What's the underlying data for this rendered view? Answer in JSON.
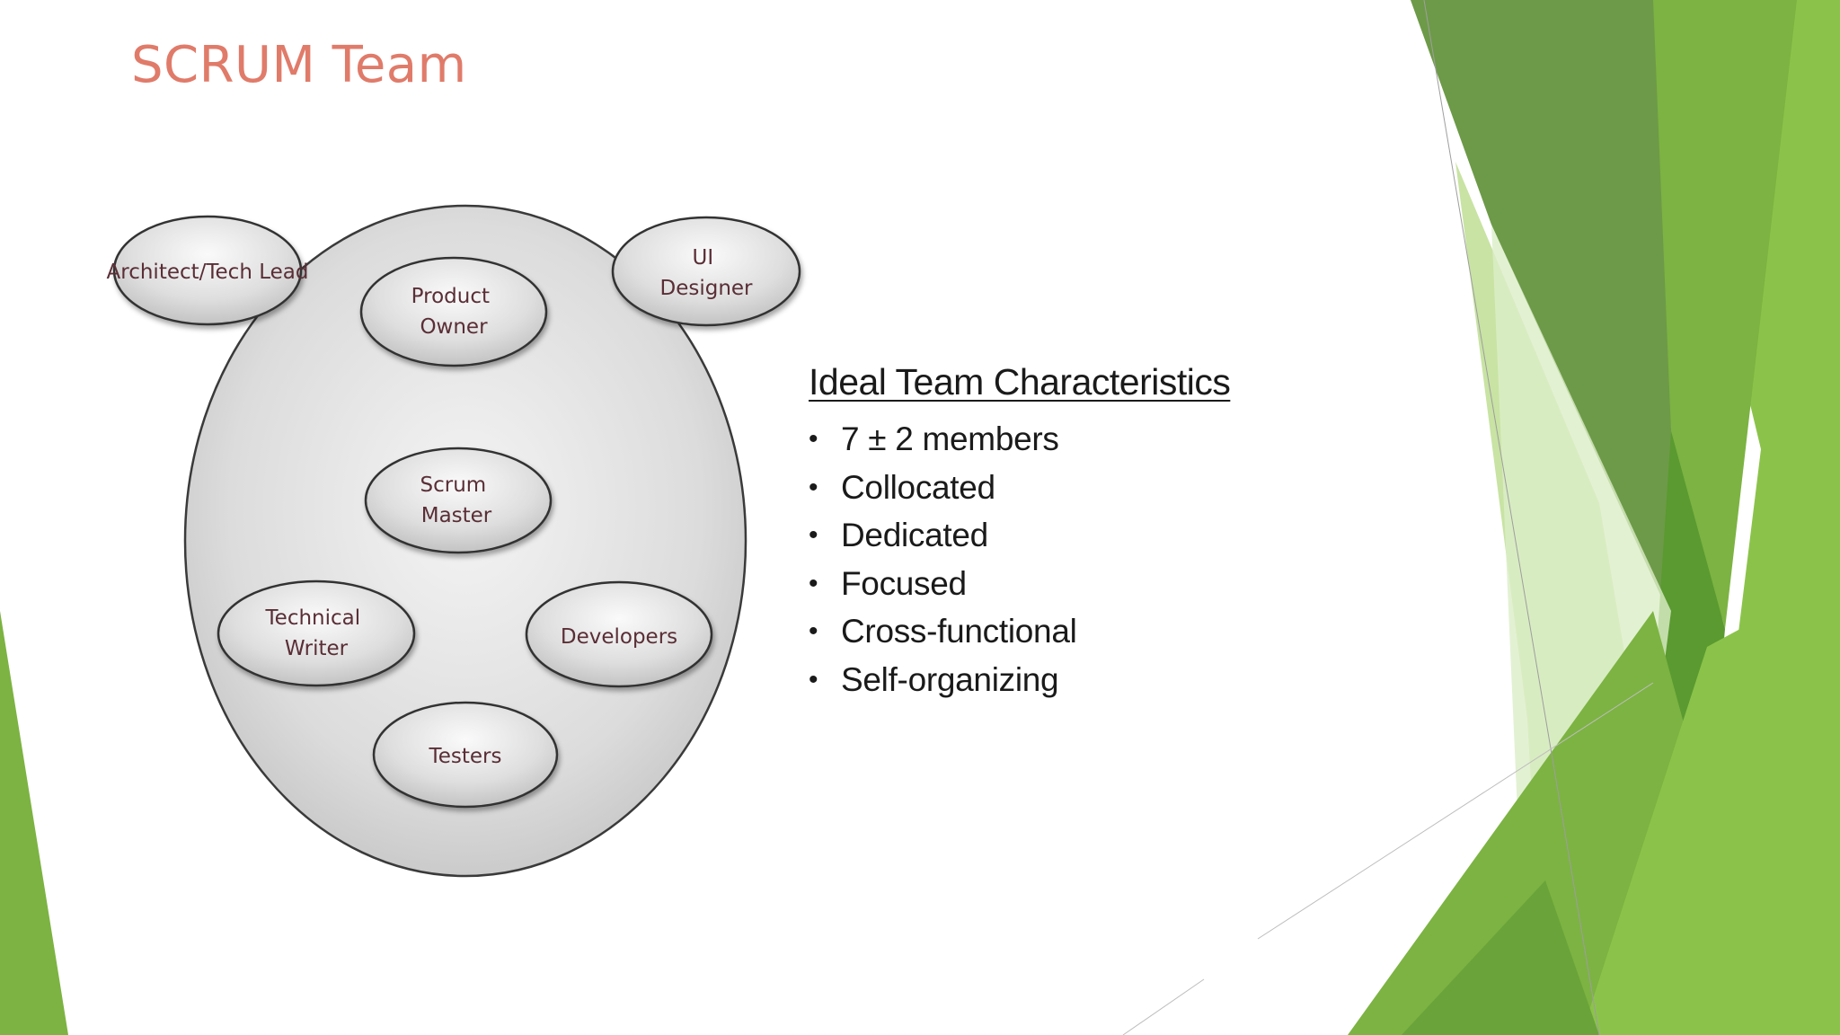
{
  "slide": {
    "title": "SCRUM Team"
  },
  "diagram": {
    "nodes": {
      "architect": "Architect/Tech Lead",
      "ui_designer": [
        "UI",
        "Designer"
      ],
      "product_owner": [
        "Product",
        "Owner"
      ],
      "scrum_master": [
        "Scrum",
        "Master"
      ],
      "technical_writer": [
        "Technical",
        "Writer"
      ],
      "developers": "Developers",
      "testers": "Testers"
    }
  },
  "characteristics": {
    "heading": "Ideal Team Characteristics",
    "items": [
      "7 ± 2 members",
      "Collocated",
      "Dedicated",
      "Focused",
      "Cross-functional",
      "Self-organizing"
    ]
  },
  "colors": {
    "title": "#e07b6a",
    "green_dark": "#5a8f3c",
    "green_mid": "#7cb342",
    "green_light": "#c5e1a5",
    "node_fill": "#d9d9d9",
    "node_text": "#5a2e36"
  }
}
